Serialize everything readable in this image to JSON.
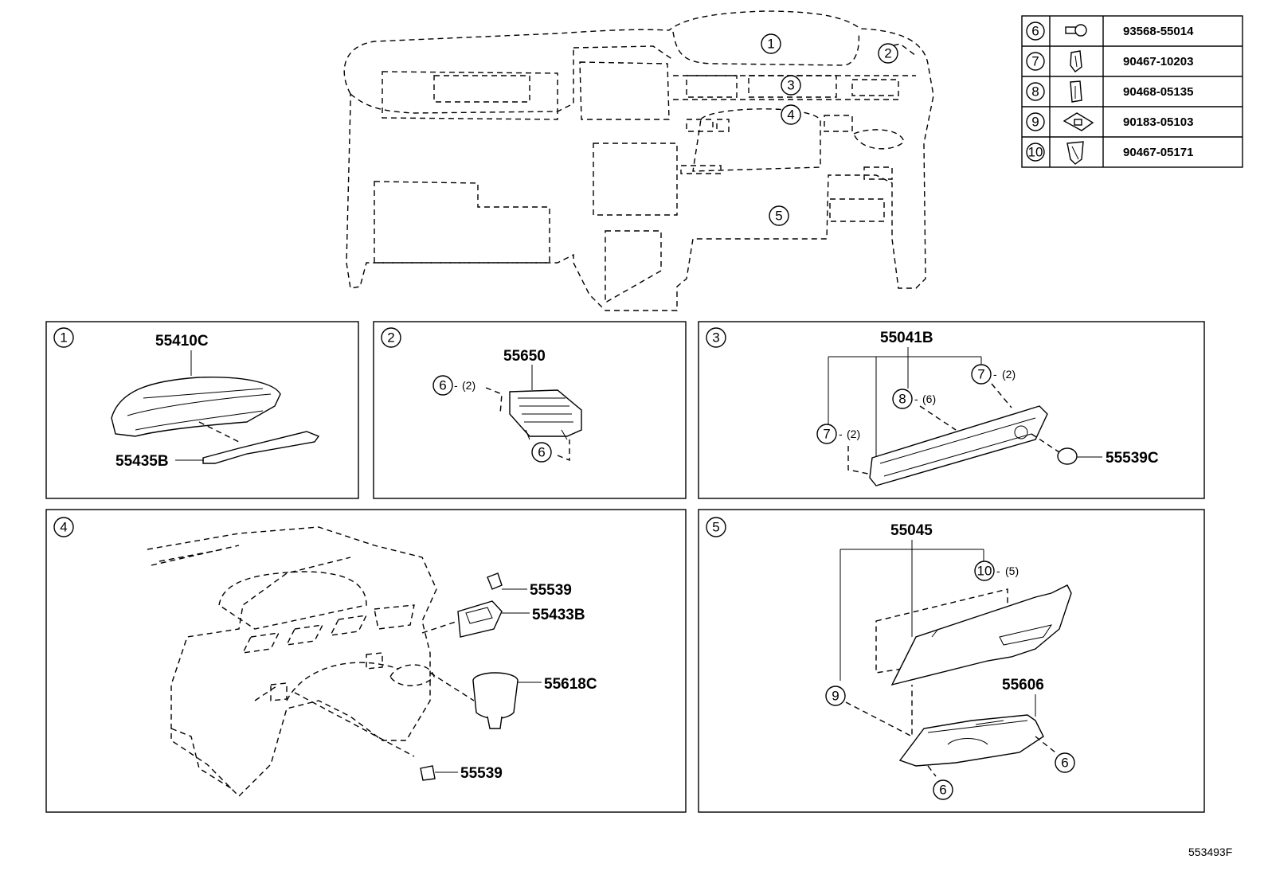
{
  "fastener_table": [
    {
      "ref": "6",
      "part": "93568-55014",
      "icon": "bolt-icon"
    },
    {
      "ref": "7",
      "part": "90467-10203",
      "icon": "clip-icon"
    },
    {
      "ref": "8",
      "part": "90468-05135",
      "icon": "clip-icon"
    },
    {
      "ref": "9",
      "part": "90183-05103",
      "icon": "nut-clip-icon"
    },
    {
      "ref": "10",
      "part": "90467-05171",
      "icon": "clip-icon"
    }
  ],
  "overview_refs": [
    "1",
    "2",
    "3",
    "4",
    "5"
  ],
  "panels": [
    {
      "ref": "1",
      "parts": [
        "55410C",
        "55435B"
      ]
    },
    {
      "ref": "2",
      "parts": [
        "55650"
      ],
      "callouts": [
        {
          "ref": "6",
          "qty": "(2)"
        },
        {
          "ref": "6",
          "qty": ""
        }
      ]
    },
    {
      "ref": "3",
      "parts": [
        "55041B",
        "55539C"
      ],
      "callouts": [
        {
          "ref": "7",
          "qty": "(2)"
        },
        {
          "ref": "8",
          "qty": "(6)"
        },
        {
          "ref": "7",
          "qty": "(2)"
        }
      ]
    },
    {
      "ref": "4",
      "parts": [
        "55539",
        "55433B",
        "55618C",
        "55539"
      ]
    },
    {
      "ref": "5",
      "parts": [
        "55045",
        "55606"
      ],
      "callouts": [
        {
          "ref": "10",
          "qty": "(5)"
        },
        {
          "ref": "9",
          "qty": ""
        },
        {
          "ref": "6",
          "qty": ""
        },
        {
          "ref": "6",
          "qty": ""
        }
      ]
    }
  ],
  "diagram_code": "553493F"
}
